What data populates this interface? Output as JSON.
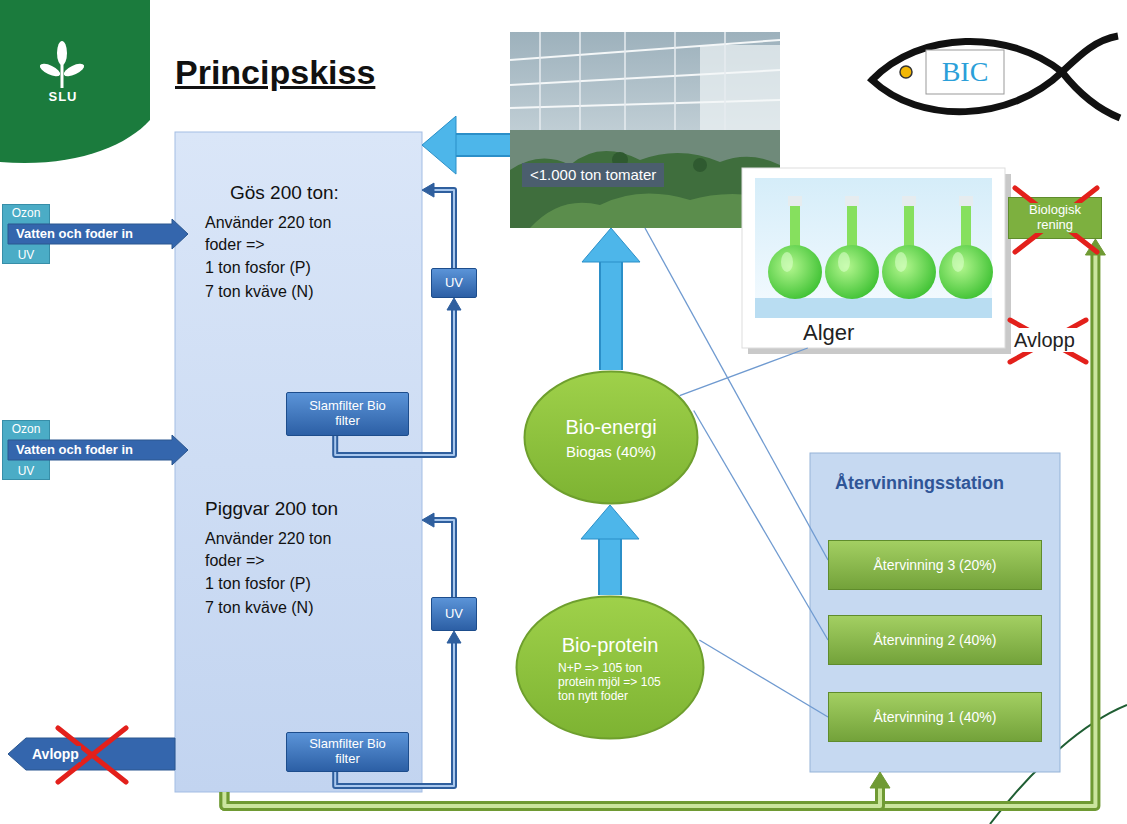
{
  "diagram": {
    "title": "Principskiss",
    "nodes": [
      {
        "text": [
          "Gös 200 ton:",
          "Använder 220 ton foder =>",
          "1 ton fosfor (P)",
          "7 ton kväve (N)",
          "Piggvar 200 ton",
          "Använder 220 ton foder =>",
          "1 ton fosfor (P)",
          "7 ton kväve (N)"
        ]
      },
      {
        "text": [
          "Slamfilter Bio filter"
        ],
        "in": 0
      },
      {
        "text": [
          "Slamfilter Bio filter"
        ],
        "in": 0
      },
      {
        "text": [
          "UV"
        ]
      },
      {
        "text": [
          "UV"
        ]
      },
      {
        "text": [
          "Ozon",
          "UV"
        ]
      },
      {
        "text": [
          "Vatten och foder in"
        ]
      },
      {
        "text": [
          "Ozon",
          "UV"
        ]
      },
      {
        "text": [
          "Vatten och foder in"
        ]
      },
      {
        "text": [
          "Avlopp"
        ]
      },
      {
        "text": [
          "<1.000 ton tomater"
        ]
      },
      {
        "text": [
          "Alger"
        ]
      },
      {
        "text": [
          "Biologisk rening"
        ]
      },
      {
        "text": [
          "Bio-energi",
          "Biogas (40%)"
        ]
      },
      {
        "text": [
          "Bio-protein",
          "N+P => 105 ton protein mjöl => 105 ton nytt foder"
        ]
      },
      {
        "text": [
          "Återvinningsstation"
        ]
      },
      {
        "text": [
          "Återvinning 3 (20%)"
        ],
        "in": 15
      },
      {
        "text": [
          "Återvinning 2 (40%)"
        ],
        "in": 15
      },
      {
        "text": [
          "Återvinning 1 (40%)"
        ],
        "in": 15
      }
    ],
    "edges": [
      {
        "from": 1,
        "to": 3,
        "arrow": "to"
      },
      {
        "from": 3,
        "to": 0,
        "arrow": "to"
      },
      {
        "from": 2,
        "to": 4,
        "arrow": "to"
      },
      {
        "from": 4,
        "to": 0,
        "arrow": "to"
      },
      {
        "from": 10,
        "to": 0,
        "arrow": "to"
      },
      {
        "from": 14,
        "to": 13,
        "arrow": "to"
      },
      {
        "from": 13,
        "to": 10,
        "arrow": "to"
      },
      {
        "from": 0,
        "to": 12,
        "arrow": "to"
      },
      {
        "from": 0,
        "to": 15,
        "arrow": "to"
      },
      {
        "from": 11,
        "to": 13,
        "arrow": "none"
      },
      {
        "from": 16,
        "to": 10,
        "arrow": "none"
      },
      {
        "from": 17,
        "to": 13,
        "arrow": "none"
      },
      {
        "from": 18,
        "to": 14,
        "arrow": "none"
      }
    ],
    "labels": [
      "SLU",
      "BIC",
      "Avlopp"
    ]
  }
}
